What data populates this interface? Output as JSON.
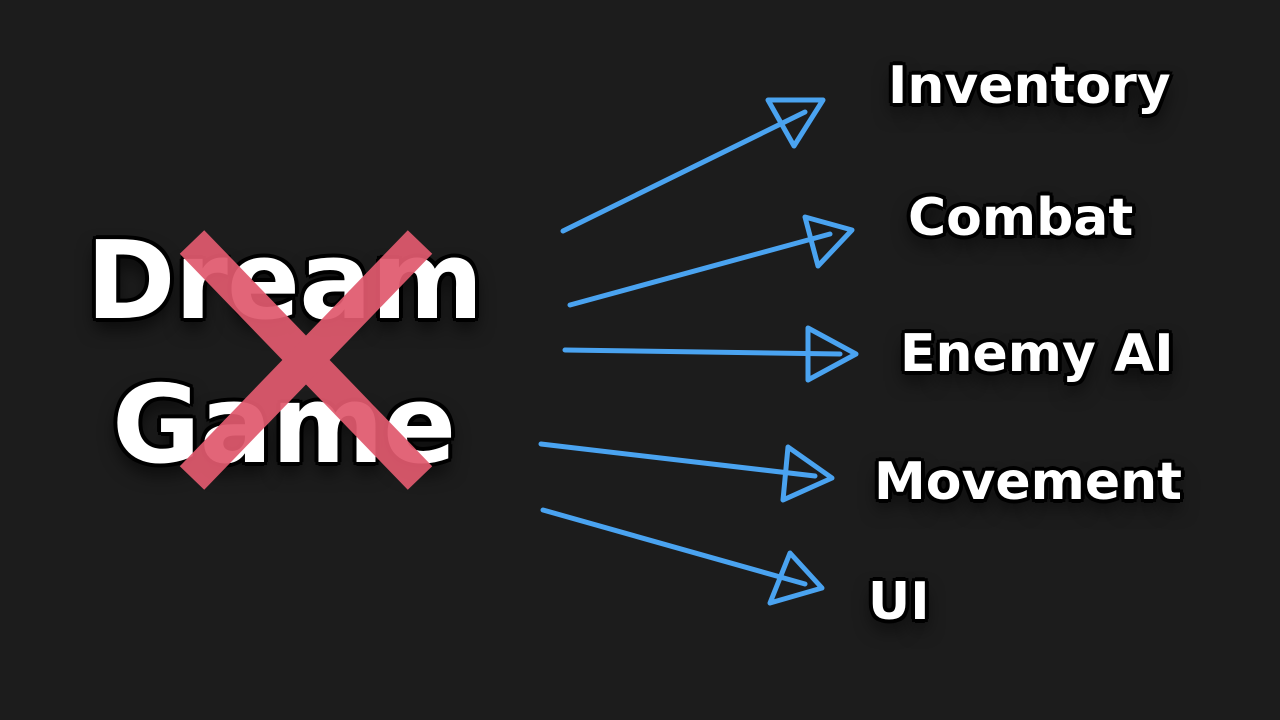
{
  "title": {
    "line1": "Dream",
    "line2": "Game",
    "crossed_out": true
  },
  "targets": [
    {
      "label": "Inventory"
    },
    {
      "label": "Combat"
    },
    {
      "label": "Enemy AI"
    },
    {
      "label": "Movement"
    },
    {
      "label": "UI"
    }
  ],
  "colors": {
    "background": "#1c1c1c",
    "arrow": "#4aa3f0",
    "cross": "#e05a6e",
    "text": "#ffffff",
    "text_outline": "#000000"
  },
  "icons": {
    "cross": "x-mark-icon",
    "arrow": "arrow-right-icon"
  }
}
